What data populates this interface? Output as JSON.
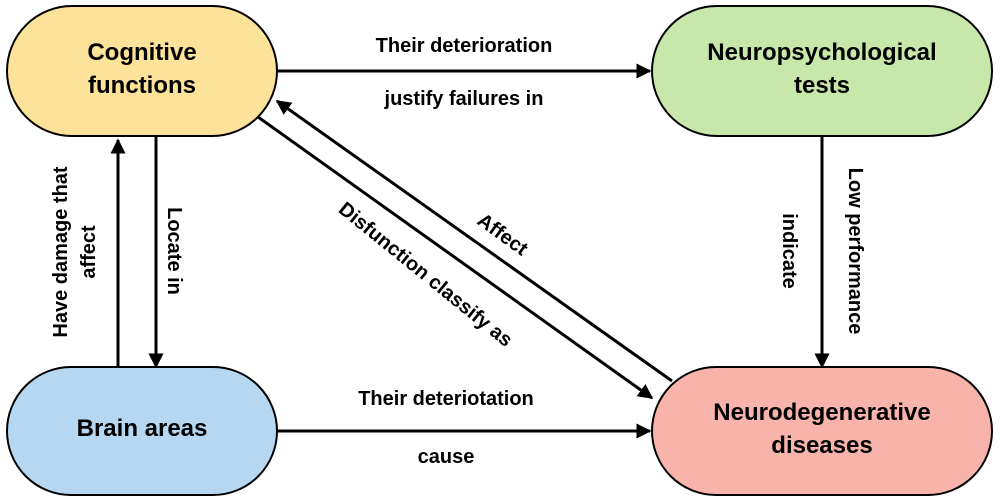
{
  "nodes": {
    "cognitive": {
      "line1": "Cognitive",
      "line2": "functions",
      "fill": "#fde29a"
    },
    "neuropsych": {
      "line1": "Neuropsychological",
      "line2": "tests",
      "fill": "#c7e8aa"
    },
    "brain": {
      "label": "Brain areas",
      "fill": "#b6d7f1"
    },
    "neurodeg": {
      "line1": "Neurodegenerative",
      "line2": "diseases",
      "fill": "#f8b4ab"
    }
  },
  "edges": {
    "cog_to_tests": {
      "above": "Their deterioration",
      "below": "justify failures in"
    },
    "brain_to_disease": {
      "above": "Their deteriotation",
      "below": "cause"
    },
    "brain_to_cog": {
      "line1": "Have damage that",
      "line2": "affect"
    },
    "cog_to_brain": {
      "label": "Locate in"
    },
    "tests_to_disease": {
      "line1": "Low performance",
      "line2": "indicate"
    },
    "cog_to_disease": {
      "label": "Disfunction classify as"
    },
    "disease_to_cog": {
      "label": "Affect"
    }
  }
}
